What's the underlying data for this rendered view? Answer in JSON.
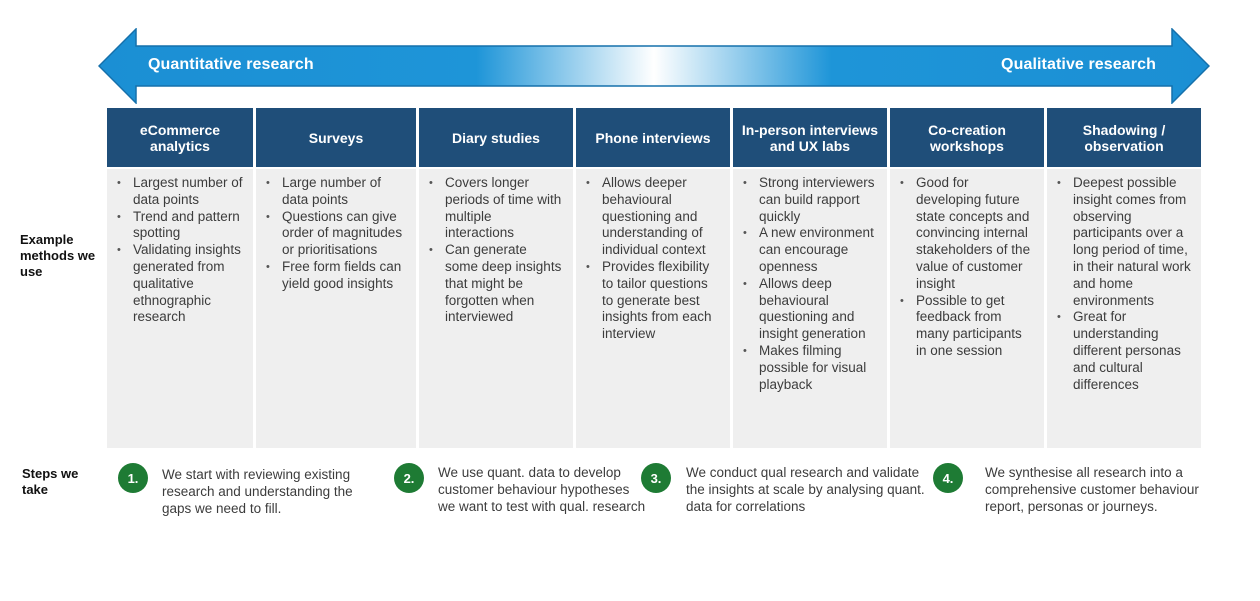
{
  "spectrum": {
    "left_label": "Quantitative research",
    "right_label": "Qualitative research",
    "colors": {
      "edge": "#1b8fd4",
      "center": "#ffffff",
      "border": "#1570ab"
    }
  },
  "row_labels": {
    "methods": "Example methods we use",
    "steps": "Steps we take"
  },
  "header_color": "#1f4e79",
  "methods": [
    {
      "title": "eCommerce analytics",
      "bullets": [
        "Largest number of data points",
        "Trend and pattern spotting",
        "Validating insights generated from qualitative ethnographic research"
      ]
    },
    {
      "title": "Surveys",
      "bullets": [
        "Large number of data points",
        "Questions can give order of magnitudes or prioritisations",
        "Free form fields can yield good insights"
      ]
    },
    {
      "title": "Diary studies",
      "bullets": [
        "Covers longer periods of time with multiple interactions",
        "Can generate some deep insights that might be forgotten when interviewed"
      ]
    },
    {
      "title": "Phone interviews",
      "bullets": [
        "Allows deeper behavioural questioning and understanding of individual context",
        "Provides flexibility to tailor questions to generate best insights from each interview"
      ]
    },
    {
      "title": "In-person interviews and UX labs",
      "bullets": [
        "Strong interviewers can build rapport quickly",
        "A new environment can encourage openness",
        "Allows deep behavioural questioning and insight generation",
        "Makes filming possible for visual playback"
      ]
    },
    {
      "title": "Co-creation workshops",
      "bullets": [
        "Good for developing future state concepts and convincing internal stakeholders of the value of customer insight",
        "Possible to get feedback from many participants in one session"
      ]
    },
    {
      "title": "Shadowing / observation",
      "bullets": [
        "Deepest possible insight comes from observing participants over a long period of time, in their natural work and home environments",
        "Great for understanding different personas and cultural differences"
      ]
    }
  ],
  "step_color": "#1e7b34",
  "steps": [
    {
      "number": "1.",
      "text": "We start with reviewing existing research and understanding the gaps we need to fill."
    },
    {
      "number": "2.",
      "text": "We use quant. data to develop customer behaviour hypotheses we want to test with qual. research"
    },
    {
      "number": "3.",
      "text": "We conduct qual research and validate the insights at scale by analysing quant. data for correlations"
    },
    {
      "number": "4.",
      "text": "We synthesise all research into a comprehensive customer behaviour report, personas or journeys."
    }
  ]
}
